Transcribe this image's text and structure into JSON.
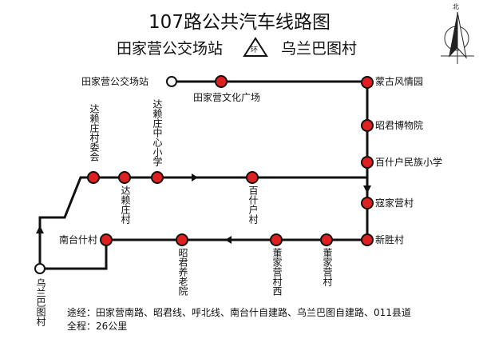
{
  "title": "107路公共汽车线路图",
  "subtitle": {
    "from": "田家营公交场站",
    "loop_badge": "环",
    "to": "乌兰巴图村"
  },
  "compass": {
    "north_label": "北"
  },
  "stations": {
    "tianjiaying_depot": "田家营公交场站",
    "tianjiaying_plaza": "田家营文化广场",
    "menggu": "蒙古风情园",
    "zhaojun_museum": "昭君博物院",
    "baishihu_school": "百什户民族小学",
    "koujiaying": "寇家营村",
    "xinsheng": "新胜村",
    "dalaizhuang_committee": "达赖庄村委会",
    "dalaizhuang": "达赖庄村",
    "dalaizhuang_school": "达赖庄中心小学",
    "baishihu": "百什户村",
    "dongjiaying": "董家营村",
    "dongjiaying_west": "董家营村西",
    "zhaojun_elderly": "昭君养老院",
    "nantaishi": "南台什村",
    "wulanbatu": "乌兰巴图村"
  },
  "footer": {
    "route_via": "途经：田家营南路、昭君线、呼北线、南台什自建路、乌兰巴图自建路、011县道",
    "total": "全程：26公里"
  },
  "colors": {
    "station": "#e02020",
    "line": "#111111"
  }
}
